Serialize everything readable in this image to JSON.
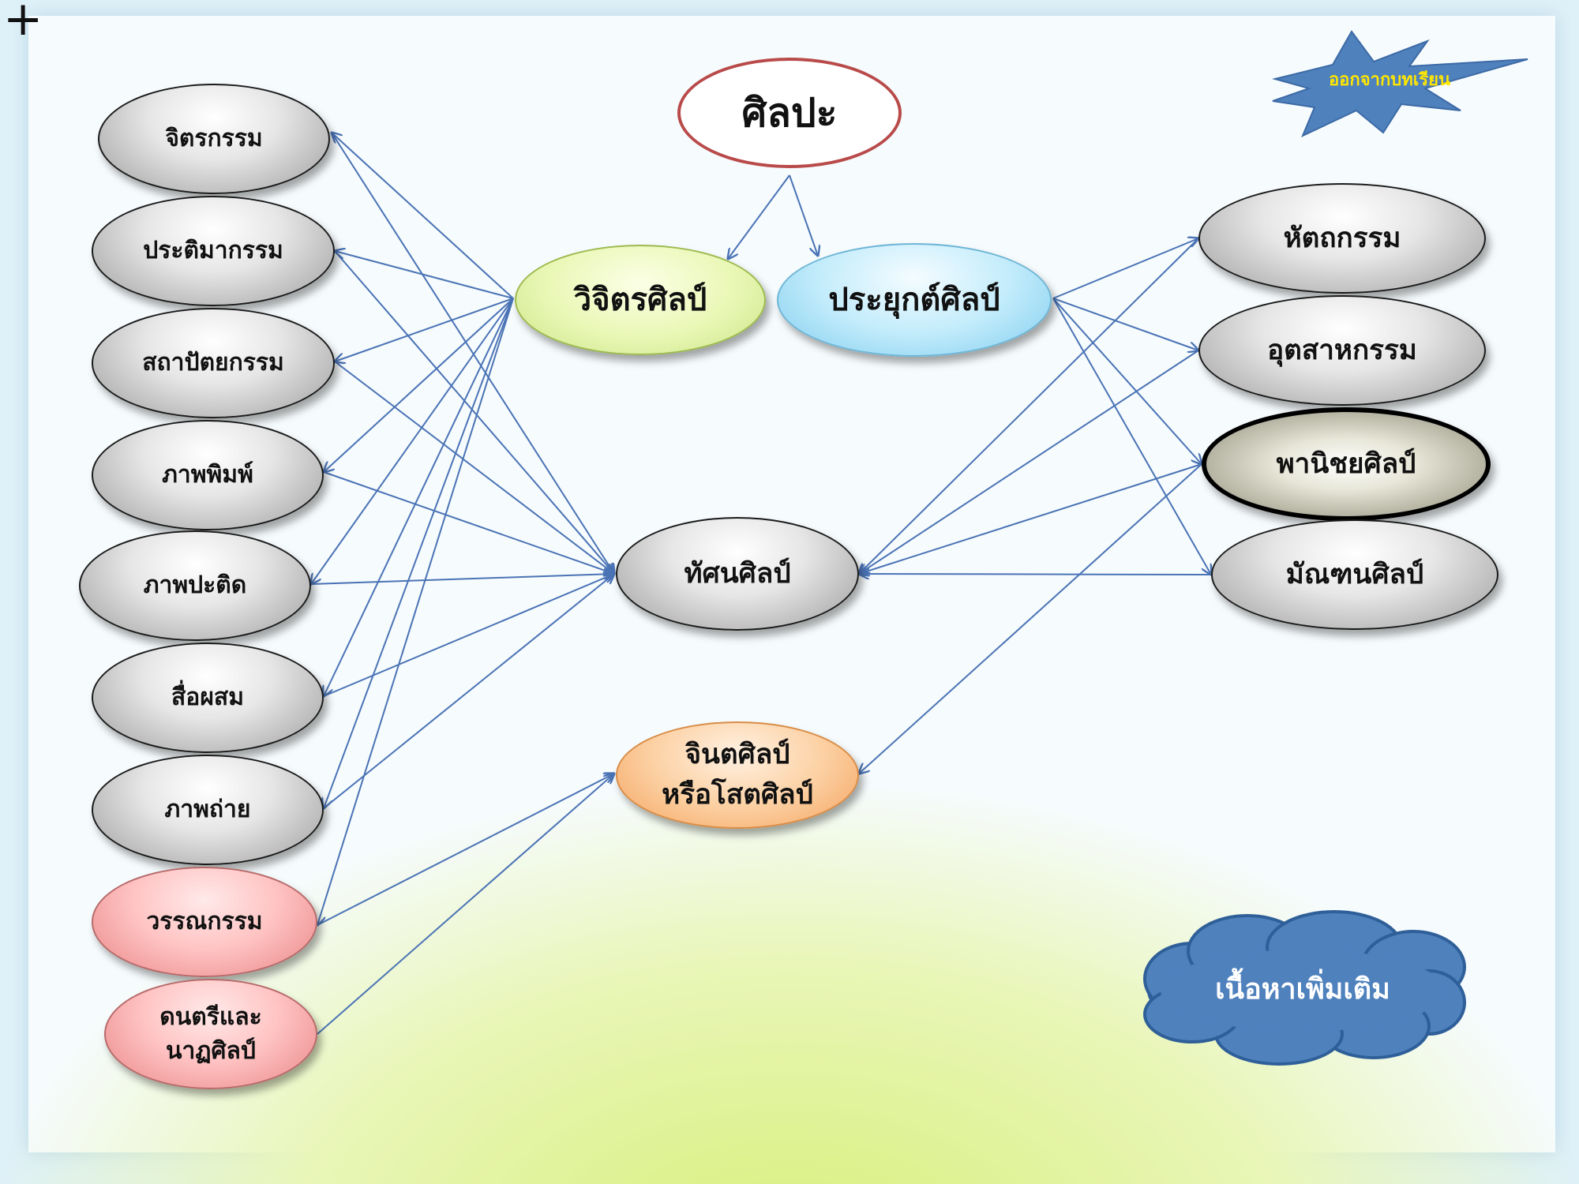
{
  "title": "ศิลปะ",
  "exit_label": "ออกจากบทเรียน",
  "more_label": "เนื้อหาเพิ่มเติม",
  "colors": {
    "title_border": "#b94a4a",
    "edge": "#4a73b5",
    "star": "#4f81bd",
    "cloud": "#4f81bd",
    "exit_text": "#ffe600"
  },
  "categories": {
    "fine": "วิจิตรศิลป์",
    "applied": "ประยุกต์ศิลป์",
    "visual": "ทัศนศิลป์",
    "abstract_lines": [
      "จินตศิลป์",
      "หรือโสตศิลป์"
    ]
  },
  "left_items": [
    "จิตรกรรม",
    "ประติมากรรม",
    "สถาปัตยกรรม",
    "ภาพพิมพ์",
    "ภาพปะติด",
    "สื่อผสม",
    "ภาพถ่าย",
    "วรรณกรรม"
  ],
  "left_last_lines": [
    "ดนตรีและ",
    "นาฏศิลป์"
  ],
  "right_items": [
    "หัตถกรรม",
    "อุตสาหกรรม",
    "พานิชยศิลป์",
    "มัณฑนศิลป์"
  ]
}
